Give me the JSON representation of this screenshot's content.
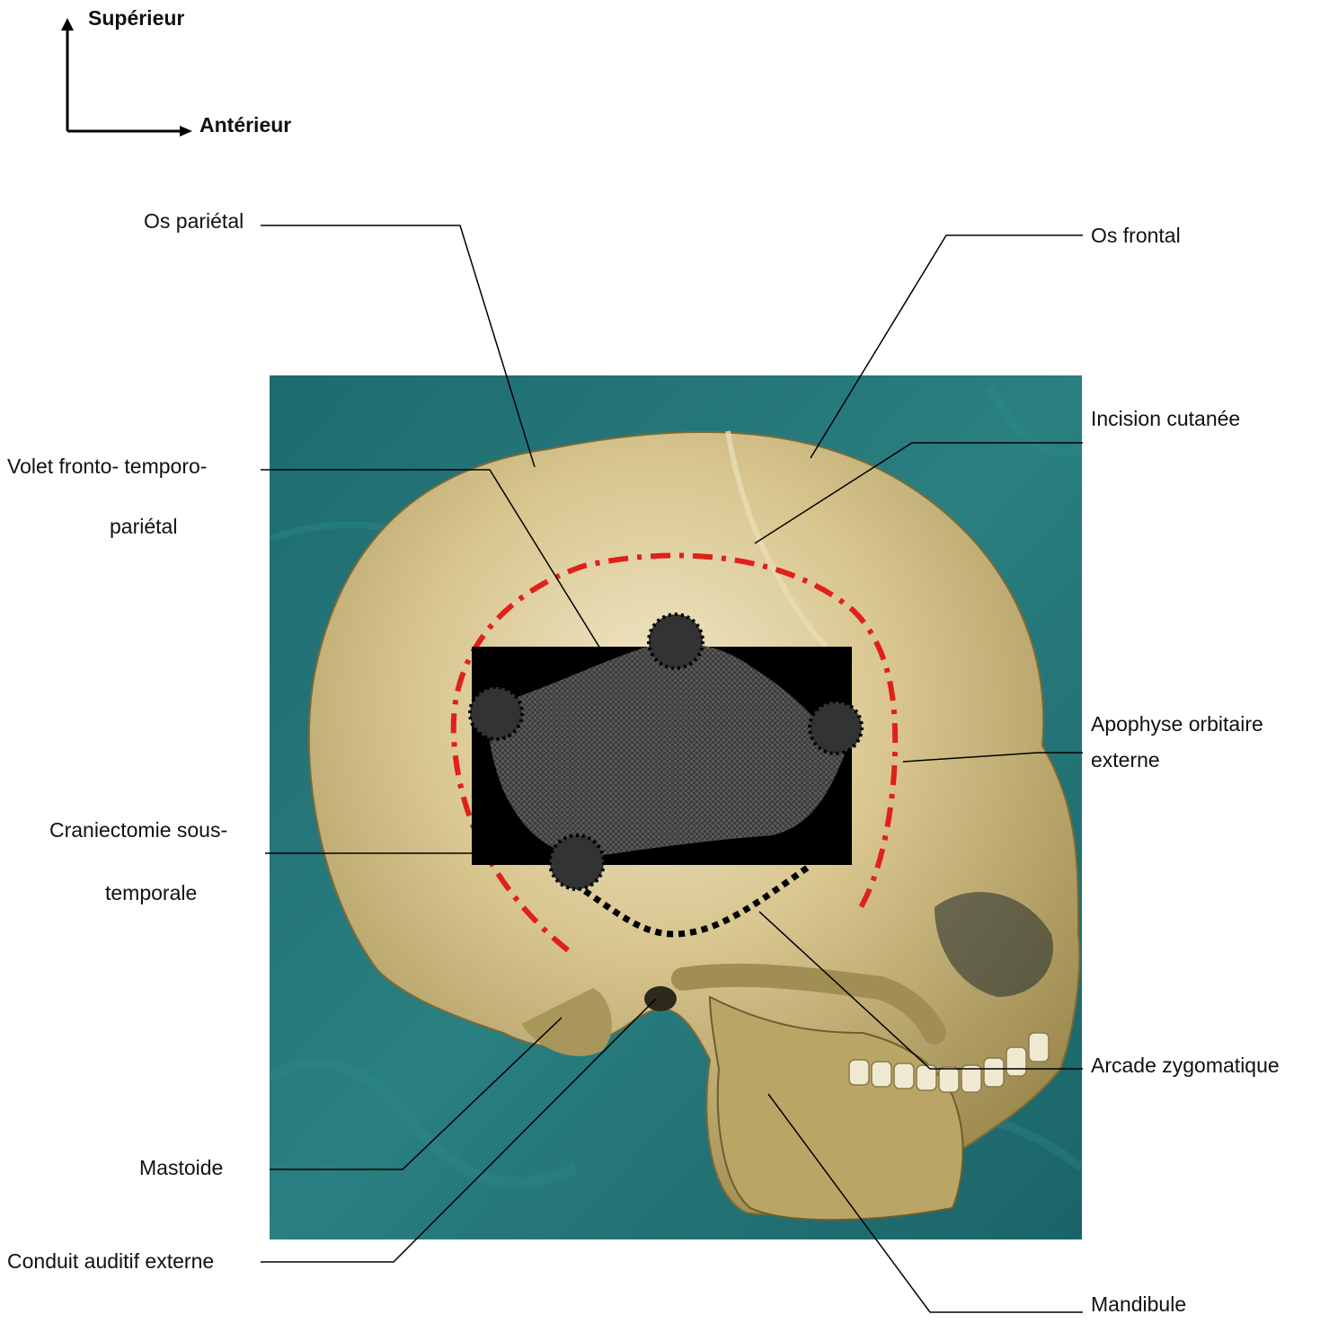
{
  "orientation": {
    "superior": "Supérieur",
    "anterior": "Antérieur"
  },
  "labels": {
    "os_parietal": "Os pariétal",
    "os_frontal": "Os frontal",
    "incision_cutanee": "Incision cutanée",
    "volet_line1": "Volet fronto- temporo-",
    "volet_line2": "pariétal",
    "apophyse_line1": "Apophyse orbitaire",
    "apophyse_line2": "externe",
    "craniectomie_line1": "Craniectomie sous-",
    "craniectomie_line2": "temporale",
    "arcade_zygomatique": "Arcade zygomatique",
    "mastoide": "Mastoide",
    "conduit_auditif": "Conduit  auditif externe",
    "mandibule": "Mandibule"
  },
  "colors": {
    "background_teal": "#1f6f72",
    "bone": "#c9b57a",
    "bone_highlight": "#efe6c4",
    "incision_dashdot": "#e0201b",
    "flap_fill": "#444444",
    "burr_hole": "#333333",
    "leader_line": "#000000"
  }
}
